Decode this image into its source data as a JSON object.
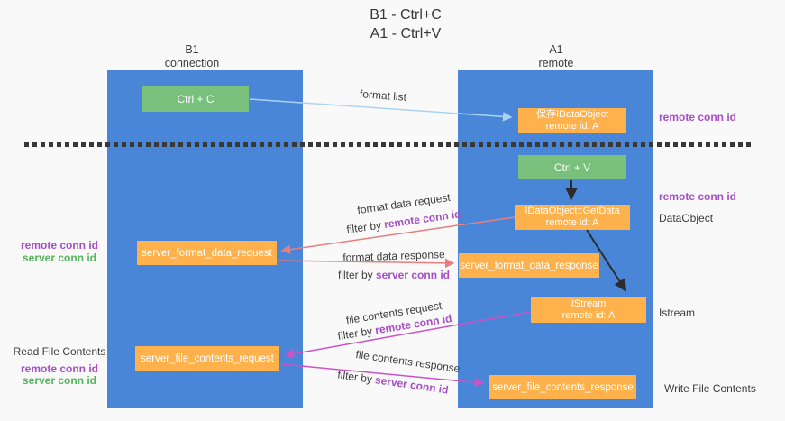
{
  "title": {
    "line1": "B1 - Ctrl+C",
    "line2": "A1 - Ctrl+V"
  },
  "lanes": {
    "b1": {
      "name": "B1",
      "role": "connection"
    },
    "a1": {
      "name": "A1",
      "role": "remote"
    }
  },
  "nodes": {
    "ctrl_c": {
      "label": "Ctrl + C"
    },
    "ctrl_v": {
      "label": "Ctrl + V"
    },
    "save_dataobject": {
      "line1": "保存IDataObject",
      "line2": "remote id: A"
    },
    "getdata": {
      "line1": "IDataObject::GetData",
      "line2": "remote id: A"
    },
    "istream": {
      "line1": "IStream",
      "line2": "remote id: A"
    },
    "server_format_data_request": {
      "label": "server_format_data_request"
    },
    "server_format_data_response": {
      "label": "server_format_data_response"
    },
    "server_file_contents_request": {
      "label": "server_file_contents_request"
    },
    "server_file_contents_response": {
      "label": "server_file_contents_response"
    }
  },
  "side_labels": {
    "remote_conn_id_top": "remote conn id",
    "remote_conn_id_mid": "remote conn id",
    "dataobject": "DataObject",
    "istream": "Istream",
    "write_file_contents": "Write File Contents",
    "read_file_contents": "Read File Contents",
    "left_request_remote": "remote conn id",
    "left_request_server": "server conn id",
    "left_file_remote": "remote conn id",
    "left_file_server": "server conn id"
  },
  "flow_labels": {
    "format_list": "format list",
    "format_data_request": "format data request",
    "filter_remote_1": {
      "prefix": "filter by ",
      "highlight": "remote conn id"
    },
    "format_data_response": "format data response",
    "filter_server_1": {
      "prefix": "filter by ",
      "highlight": "server conn id"
    },
    "file_contents_request": "file contents request",
    "filter_remote_2": {
      "prefix": "filter by ",
      "highlight": "remote conn id"
    },
    "file_contents_response": "file contents response",
    "filter_server_2": {
      "prefix": "filter by ",
      "highlight": "server conn id"
    }
  },
  "colors": {
    "background": "#f9f9f9",
    "lane_blue": "#4a86d8",
    "node_green": "#78c07b",
    "node_orange": "#ffb14b",
    "purple_text": "#a64fc6",
    "green_text": "#55b35a",
    "arrow_red": "#e87e7e",
    "arrow_magenta": "#cc52c6",
    "arrow_light_blue": "#aad4f5",
    "arrow_black": "#2b2b2b",
    "dash_color": "#383838",
    "text_dark": "#3c3c3c"
  }
}
